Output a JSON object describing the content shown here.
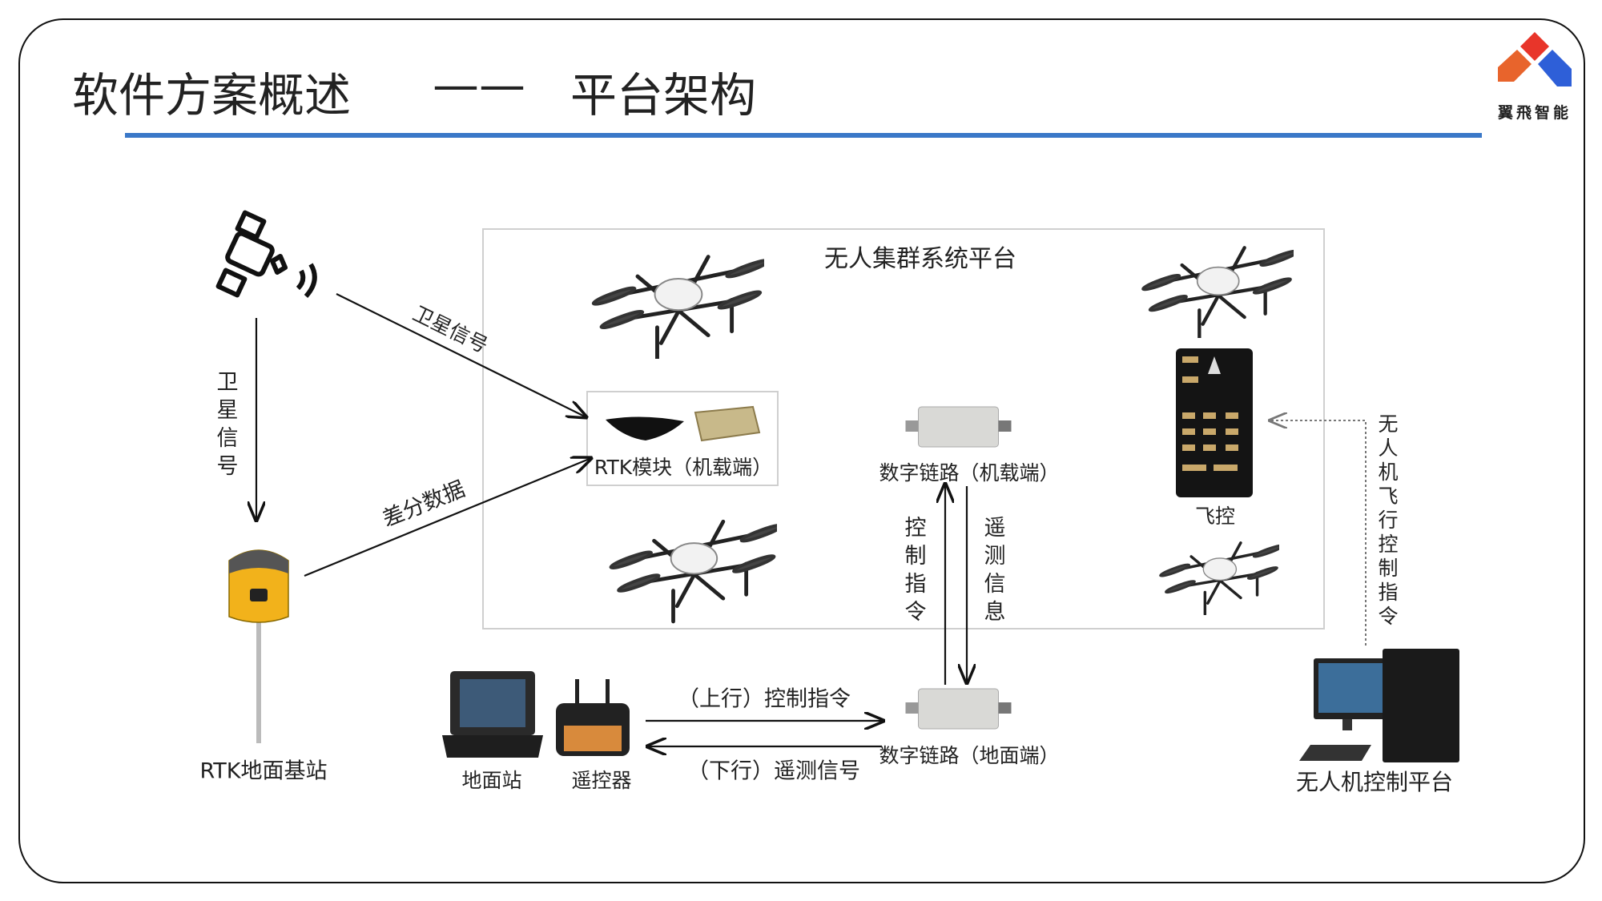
{
  "header": {
    "title": "软件方案概述",
    "dash": "——",
    "subtitle": "平台架构",
    "accent_color": "#3a78c8"
  },
  "logo": {
    "text": "翼飛智能",
    "colors": [
      "#e8352a",
      "#e8642c",
      "#2e5fd8"
    ]
  },
  "diagram": {
    "satellite_signal_vertical": "卫星信号",
    "satellite_signal_diagonal": "卫星信号",
    "differential_data": "差分数据",
    "rtk_base_station": "RTK地面基站",
    "platform_title": "无人集群系统平台",
    "rtk_module": "RTK模块（机载端）",
    "datalink_air": "数字链路（机载端）",
    "flight_controller": "飞控",
    "control_command": "控制指令",
    "telemetry_info": "遥测信息",
    "datalink_ground": "数字链路（地面端）",
    "ground_station": "地面站",
    "remote_controller": "遥控器",
    "uplink": "（上行）控制指令",
    "downlink": "（下行）遥测信号",
    "control_platform": "无人机控制平台",
    "flight_control_command": "无人机飞行控制指令"
  }
}
